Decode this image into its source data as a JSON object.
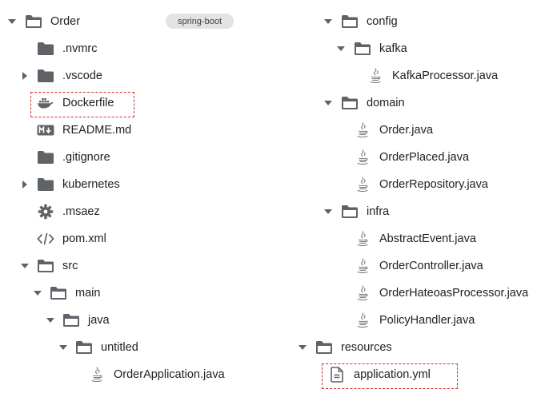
{
  "left_tree": {
    "badge": "spring-boot",
    "items": [
      {
        "label": "Order",
        "icon": "folder-open-icon",
        "toggle": "down"
      },
      {
        "label": ".nvmrc",
        "icon": "folder-icon",
        "toggle": "none"
      },
      {
        "label": ".vscode",
        "icon": "folder-icon",
        "toggle": "right"
      },
      {
        "label": "Dockerfile",
        "icon": "docker-icon",
        "toggle": "none",
        "highlighted": true
      },
      {
        "label": "README.md",
        "icon": "markdown-icon",
        "toggle": "none"
      },
      {
        "label": ".gitignore",
        "icon": "folder-icon",
        "toggle": "none"
      },
      {
        "label": "kubernetes",
        "icon": "folder-icon",
        "toggle": "right"
      },
      {
        "label": ".msaez",
        "icon": "gear-icon",
        "toggle": "none"
      },
      {
        "label": "pom.xml",
        "icon": "code-icon",
        "toggle": "none"
      },
      {
        "label": "src",
        "icon": "folder-open-icon",
        "toggle": "down"
      },
      {
        "label": "main",
        "icon": "folder-open-icon",
        "toggle": "down"
      },
      {
        "label": "java",
        "icon": "folder-open-icon",
        "toggle": "down"
      },
      {
        "label": "untitled",
        "icon": "folder-open-icon",
        "toggle": "down"
      },
      {
        "label": "OrderApplication.java",
        "icon": "java-icon",
        "toggle": "none"
      }
    ]
  },
  "right_tree": {
    "items": [
      {
        "label": "config",
        "icon": "folder-open-icon",
        "toggle": "down"
      },
      {
        "label": "kafka",
        "icon": "folder-open-icon",
        "toggle": "down"
      },
      {
        "label": "KafkaProcessor.java",
        "icon": "java-icon",
        "toggle": "none"
      },
      {
        "label": "domain",
        "icon": "folder-open-icon",
        "toggle": "down"
      },
      {
        "label": "Order.java",
        "icon": "java-icon",
        "toggle": "none"
      },
      {
        "label": "OrderPlaced.java",
        "icon": "java-icon",
        "toggle": "none"
      },
      {
        "label": "OrderRepository.java",
        "icon": "java-icon",
        "toggle": "none"
      },
      {
        "label": "infra",
        "icon": "folder-open-icon",
        "toggle": "down"
      },
      {
        "label": "AbstractEvent.java",
        "icon": "java-icon",
        "toggle": "none"
      },
      {
        "label": "OrderController.java",
        "icon": "java-icon",
        "toggle": "none"
      },
      {
        "label": "OrderHateoasProcessor.java",
        "icon": "java-icon",
        "toggle": "none"
      },
      {
        "label": "PolicyHandler.java",
        "icon": "java-icon",
        "toggle": "none"
      },
      {
        "label": "resources",
        "icon": "folder-open-icon",
        "toggle": "down"
      },
      {
        "label": "application.yml",
        "icon": "file-icon",
        "toggle": "none",
        "highlighted": true
      }
    ]
  },
  "colors": {
    "icon": "#5f6368",
    "text": "#202124",
    "highlight": "#d62b2b",
    "badge_bg": "#e3e3e3"
  }
}
